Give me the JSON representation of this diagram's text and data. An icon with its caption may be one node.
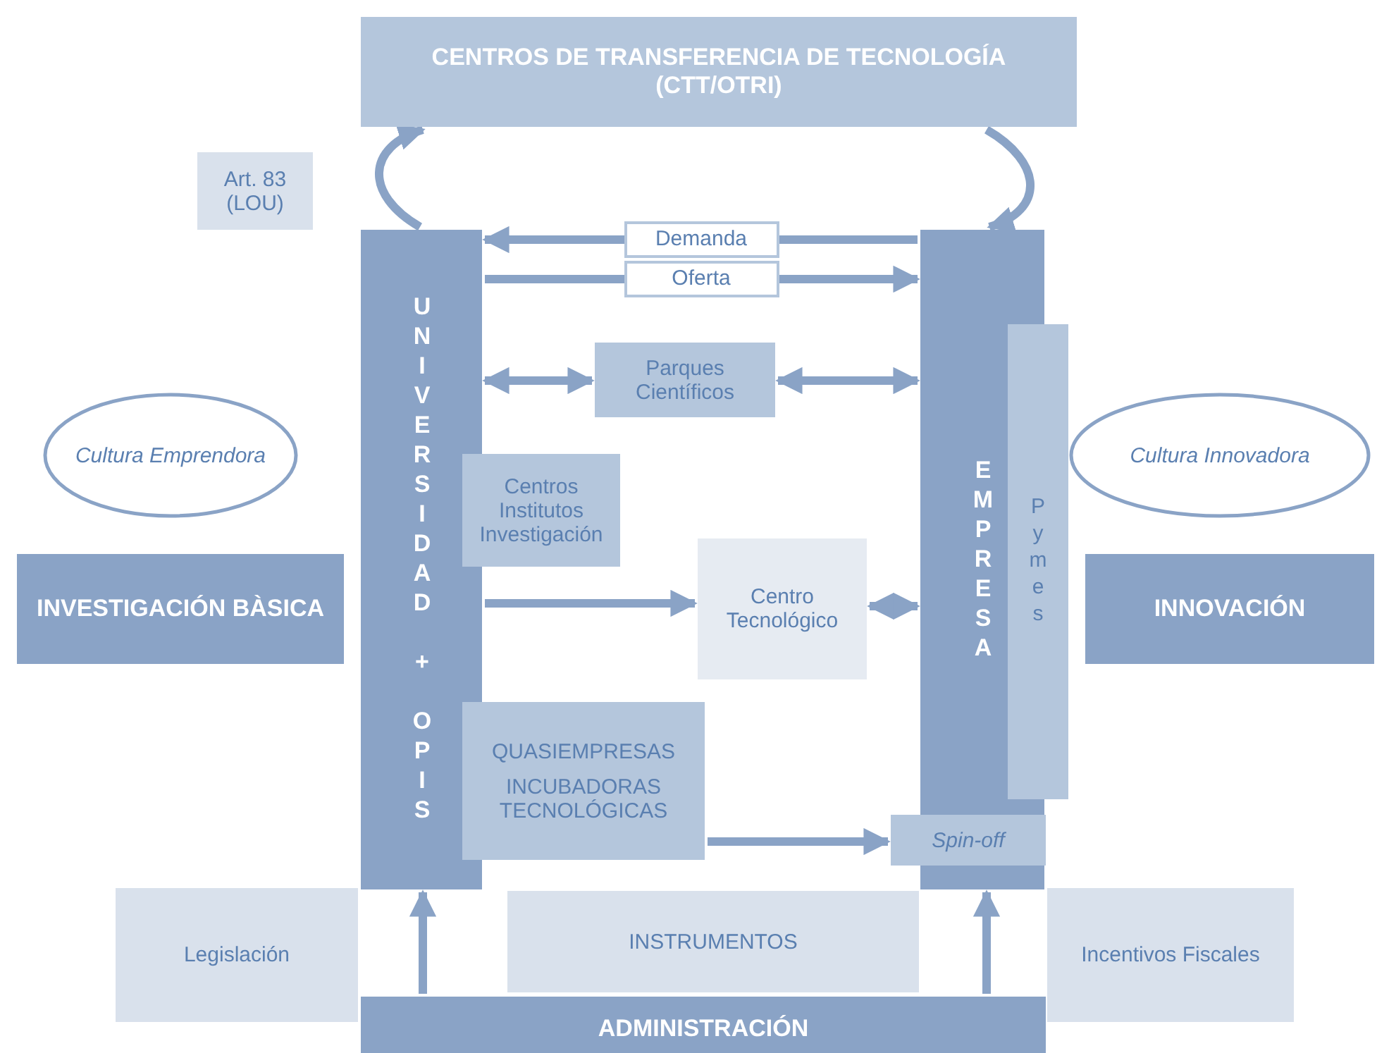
{
  "diagram": {
    "nodes": [
      {
        "text": [
          "CENTROS DE TRANSFERENCIA DE TECNOLOGÍA (CTT/OTRI)"
        ]
      },
      {
        "text": [
          "Art. 83 (LOU)"
        ]
      },
      {
        "text": [
          "UNIVERSIDAD + OPIS"
        ]
      },
      {
        "text": [
          "EMPRESA"
        ]
      },
      {
        "text": [
          "Pymes"
        ]
      },
      {
        "text": [
          "Parques Científicos"
        ]
      },
      {
        "text": [
          "Cultura Emprendora"
        ]
      },
      {
        "text": [
          "Cultura Innovadora"
        ]
      },
      {
        "text": [
          "Centros Institutos Investigación"
        ]
      },
      {
        "text": [
          "INVESTIGACIÓN BÀSICA"
        ]
      },
      {
        "text": [
          "Centro Tecnológico"
        ]
      },
      {
        "text": [
          "INNOVACIÓN"
        ]
      },
      {
        "text": [
          "QUASIEMPRESAS",
          "INCUBADORAS TECNOLÓGICAS"
        ]
      },
      {
        "text": [
          "Spin-off"
        ]
      },
      {
        "text": [
          "Legislación"
        ]
      },
      {
        "text": [
          "INSTRUMENTOS"
        ]
      },
      {
        "text": [
          "Incentivos Fiscales"
        ]
      },
      {
        "text": [
          "ADMINISTRACIÓN"
        ]
      }
    ],
    "edges": [
      {
        "from": 2,
        "to": 0,
        "arrow": "to"
      },
      {
        "from": 0,
        "to": 3,
        "arrow": "to"
      },
      {
        "from": 3,
        "to": 2,
        "arrow": "to",
        "label": "Demanda"
      },
      {
        "from": 2,
        "to": 3,
        "arrow": "to",
        "label": "Oferta"
      },
      {
        "from": 2,
        "to": 5,
        "arrow": "both"
      },
      {
        "from": 5,
        "to": 3,
        "arrow": "both"
      },
      {
        "from": 2,
        "to": 10,
        "arrow": "to"
      },
      {
        "from": 10,
        "to": 3,
        "arrow": "both"
      },
      {
        "from": 12,
        "to": 13,
        "arrow": "to"
      },
      {
        "from": 17,
        "to": 2,
        "arrow": "to"
      },
      {
        "from": 17,
        "to": 3,
        "arrow": "to"
      }
    ]
  }
}
